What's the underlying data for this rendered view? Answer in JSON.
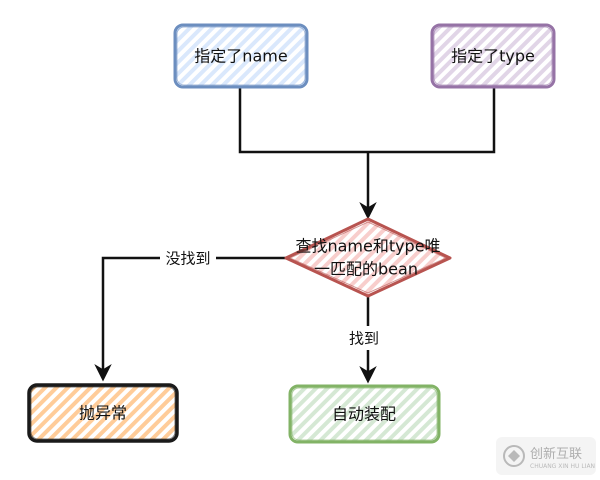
{
  "nodes": {
    "name_box": {
      "label": "指定了name",
      "stroke": "#6c8ebf",
      "fill": "#dae8fc"
    },
    "type_box": {
      "label": "指定了type",
      "stroke": "#9673a6",
      "fill": "#e1d5e7"
    },
    "decision": {
      "line1": "查找name和type唯",
      "line2": "一匹配的bean",
      "stroke": "#b85450",
      "fill": "#f8cecc"
    },
    "exception_box": {
      "label": "抛异常",
      "stroke": "#1a1a1a",
      "fill": "#ffcc99"
    },
    "autowire_box": {
      "label": "自动装配",
      "stroke": "#82b366",
      "fill": "#d5e8d4"
    }
  },
  "edges": {
    "not_found_label": "没找到",
    "found_label": "找到"
  },
  "watermark": {
    "text_cn": "创新互联",
    "text_en": "CHUANG XIN HU LIAN"
  }
}
